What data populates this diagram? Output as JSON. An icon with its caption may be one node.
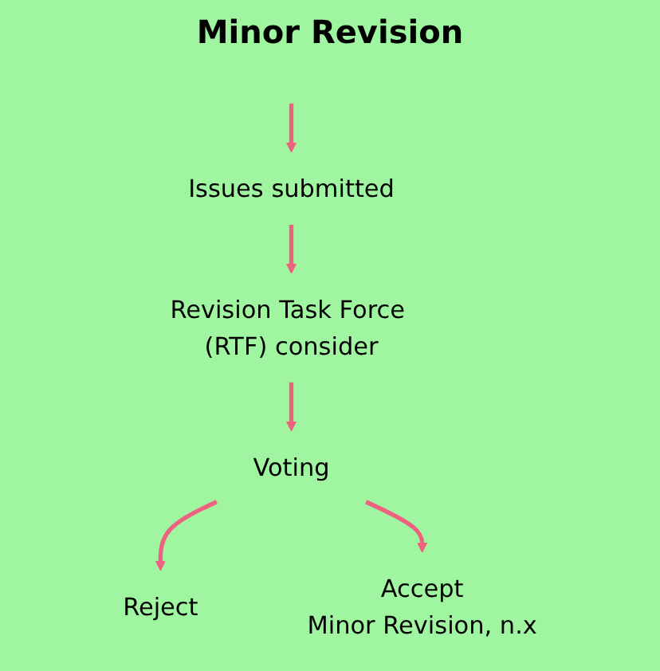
{
  "diagram": {
    "title": "Minor Revision",
    "nodes": [
      {
        "text": [
          "Issues submitted"
        ]
      },
      {
        "text": [
          "Revision Task Force (RTF) consider"
        ]
      },
      {
        "text": [
          "Voting"
        ]
      },
      {
        "text": [
          "Reject"
        ]
      },
      {
        "text": [
          "Accept",
          "Minor Revision, n.x"
        ]
      }
    ],
    "edges": [
      {
        "from": 0,
        "to": 1,
        "arrow": "to"
      },
      {
        "from": 1,
        "to": 2,
        "arrow": "to"
      },
      {
        "from": 2,
        "to": 3,
        "arrow": "to"
      },
      {
        "from": 2,
        "to": 4,
        "arrow": "to"
      },
      {
        "from": null,
        "to": 0,
        "arrow": "to"
      }
    ]
  }
}
